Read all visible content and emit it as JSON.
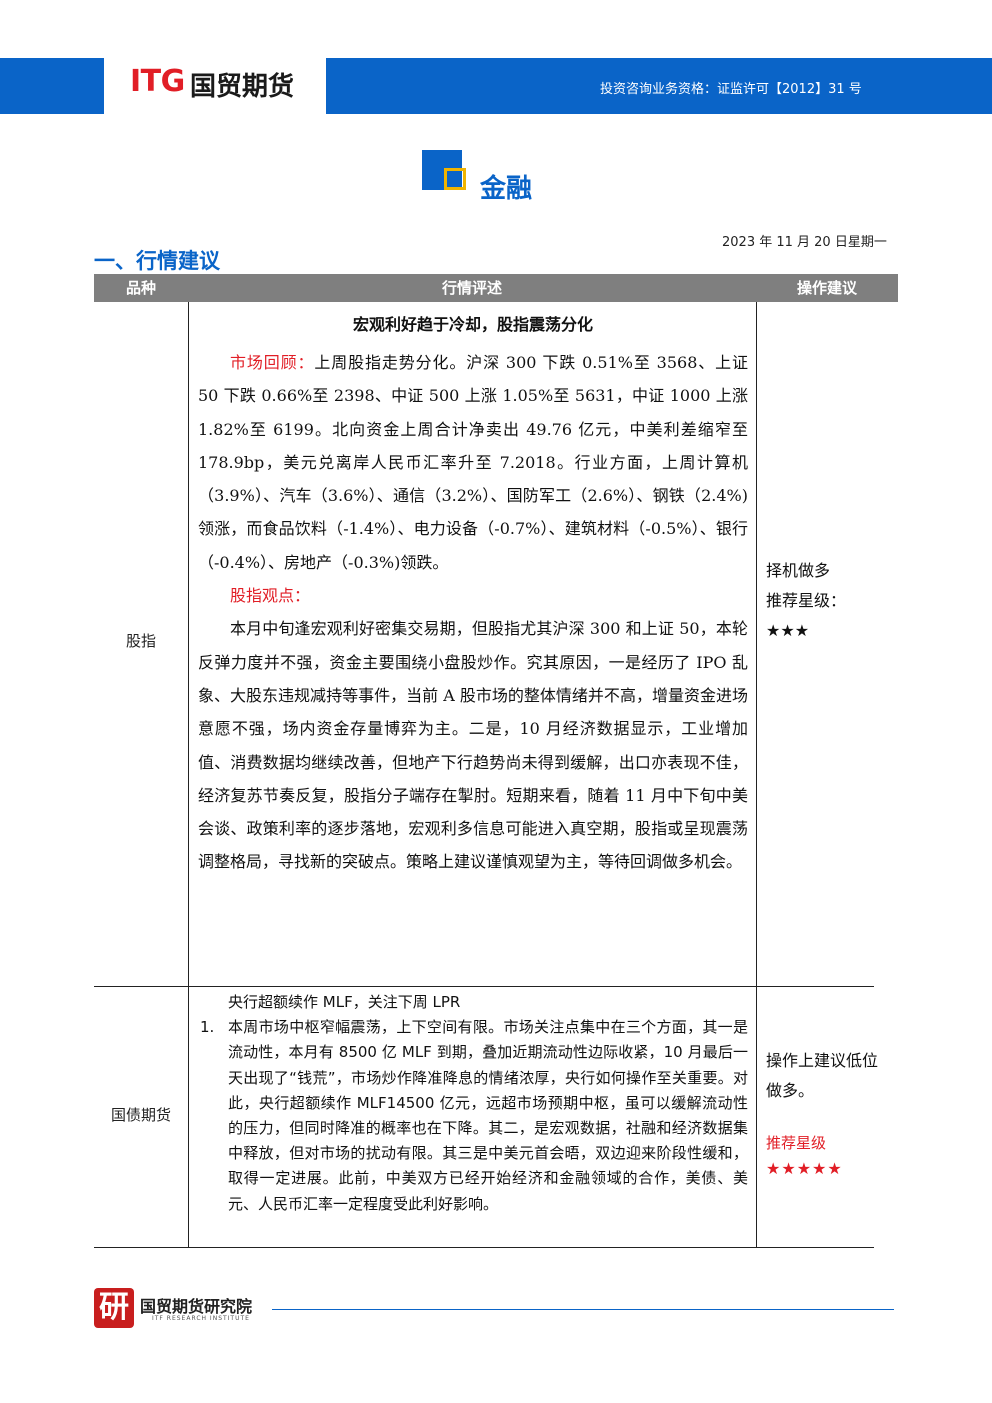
{
  "header": {
    "logo_itg": "ITG",
    "logo_cn": "国贸期货",
    "license": "投资咨询业务资格：证监许可【2012】31 号"
  },
  "section": {
    "title": "金融",
    "date": "2023 年 11 月 20 日星期一"
  },
  "heading1": "一、行情建议",
  "table": {
    "headers": [
      "品种",
      "行情评述",
      "操作建议"
    ],
    "rows": [
      {
        "name": "股指",
        "title": "宏观利好趋于冷却，股指震荡分化",
        "review_label": "市场回顾：",
        "review_text": "上周股指走势分化。沪深 300 下跌 0.51%至 3568、上证 50 下跌 0.66%至 2398、中证 500 上涨 1.05%至 5631，中证 1000 上涨 1.82%至 6199。北向资金上周合计净卖出 49.76 亿元，中美利差缩窄至 178.9bp，美元兑离岸人民币汇率升至 7.2018。行业方面，上周计算机（3.9%）、汽车（3.6%）、通信（3.2%）、国防军工（2.6%）、钢铁（2.4%)领涨，而食品饮料（-1.4%）、电力设备（-0.7%）、建筑材料（-0.5%）、银行（-0.4%）、房地产（-0.3%)领跌。",
        "view_label": "股指观点：",
        "view_text": "本月中旬逢宏观利好密集交易期，但股指尤其沪深 300 和上证 50，本轮反弹力度并不强，资金主要围绕小盘股炒作。究其原因，一是经历了 IPO 乱象、大股东违规减持等事件，当前 A 股市场的整体情绪并不高，增量资金进场意愿不强，场内资金存量博弈为主。二是，10 月经济数据显示，工业增加值、消费数据均继续改善，但地产下行趋势尚未得到缓解，出口亦表现不佳，经济复苏节奏反复，股指分子端存在掣肘。短期来看，随着 11 月中下旬中美会谈、政策利率的逐步落地，宏观利多信息可能进入真空期，股指或呈现震荡调整格局，寻找新的突破点。策略上建议谨慎观望为主，等待回调做多机会。",
        "advice": "择机做多",
        "rating_label": "推荐星级：",
        "rating": "★★★"
      },
      {
        "name": "国债期货",
        "title": "央行超额续作 MLF，关注下周 LPR",
        "item_no": "1.",
        "item_text": "本周市场中枢窄幅震荡，上下空间有限。市场关注点集中在三个方面，其一是流动性，本月有 8500 亿 MLF 到期，叠加近期流动性边际收紧，10 月最后一天出现了“钱荒”，市场炒作降准降息的情绪浓厚，央行如何操作至关重要。对此，央行超额续作 MLF14500 亿元，远超市场预期中枢，虽可以缓解流动性的压力，但同时降准的概率也在下降。其二，是宏观数据，社融和经济数据集中释放，但对市场的扰动有限。其三是中美元首会晤，双边迎来阶段性缓和，取得一定进展。此前，中美双方已经开始经济和金融领域的合作，美债、美元、人民币汇率一定程度受此利好影响。",
        "advice": "操作上建议低位做多。",
        "rating_label": "推荐星级",
        "rating": "★★★★★"
      }
    ]
  },
  "footer": {
    "seal_char": "研",
    "org_cn": "国贸期货研究院",
    "org_en": "ITF RESEARCH INSTITUTE"
  },
  "colors": {
    "brand_blue": "#0a64c8",
    "brand_red": "#e11e26",
    "accent_yellow": "#f0b400",
    "table_header_gray": "#7f7f7f"
  }
}
